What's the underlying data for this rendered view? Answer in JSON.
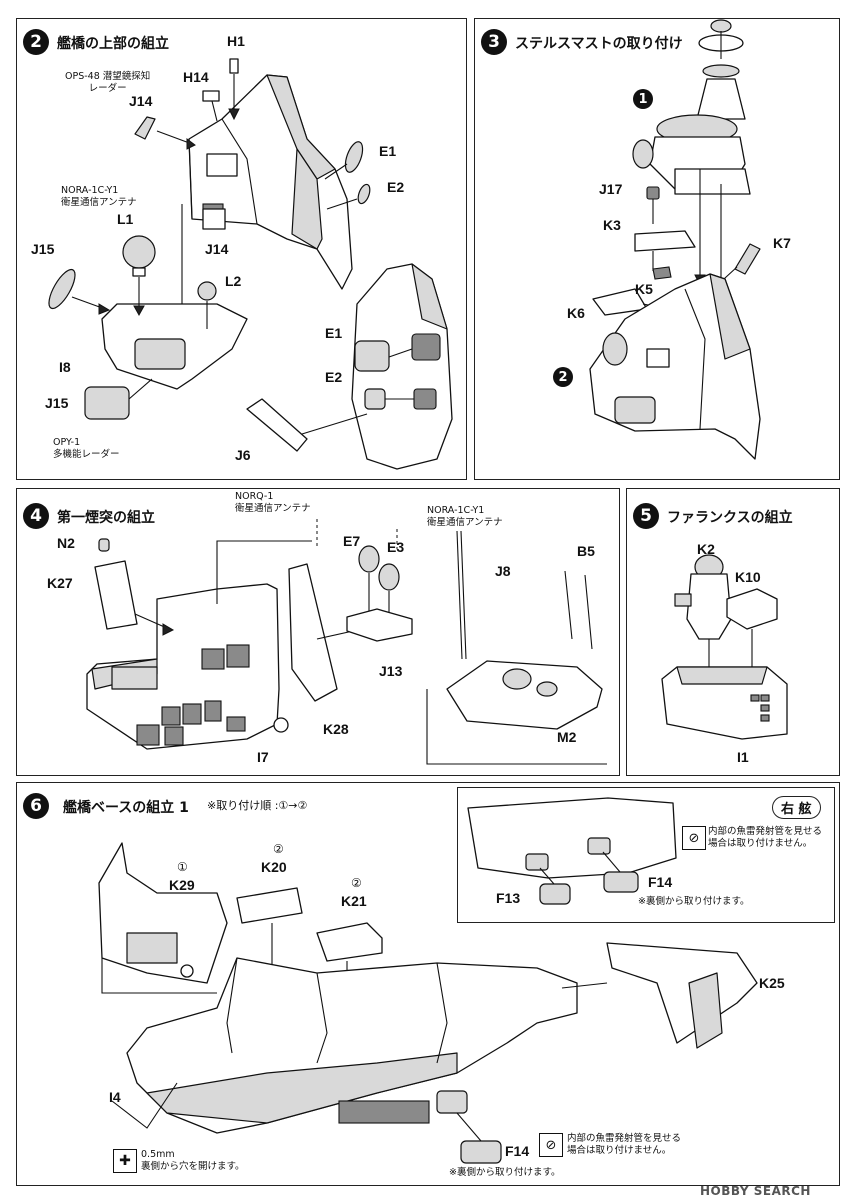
{
  "steps": {
    "s2": {
      "num": "2",
      "title": "艦橋の上部の組立",
      "notes": {
        "ops48_1": "OPS-48 潜望鏡探知",
        "ops48_2": "レーダー",
        "nora_1": "NORA-1C-Y1",
        "nora_2": "衛星通信アンテナ",
        "opy_1": "OPY-1",
        "opy_2": "多機能レーダー"
      },
      "parts": {
        "h1": "H1",
        "h14": "H14",
        "j14a": "J14",
        "j14b": "J14",
        "e1a": "E1",
        "e2a": "E2",
        "l1": "L1",
        "j15a": "J15",
        "l2": "L2",
        "i8": "I8",
        "j15b": "J15",
        "e1b": "E1",
        "e2b": "E2",
        "j6": "J6"
      }
    },
    "s3": {
      "num": "3",
      "title": "ステルスマストの取り付け",
      "sub1": "1",
      "sub2": "2",
      "parts": {
        "j17": "J17",
        "k3": "K3",
        "k7": "K7",
        "k5": "K5",
        "k6": "K6"
      }
    },
    "s4": {
      "num": "4",
      "title": "第一煙突の組立",
      "notes": {
        "norq_1": "NORQ-1",
        "norq_2": "衛星通信アンテナ",
        "nora_1": "NORA-1C-Y1",
        "nora_2": "衛星通信アンテナ"
      },
      "parts": {
        "n2": "N2",
        "k27": "K27",
        "e7": "E7",
        "e3": "E3",
        "j13": "J13",
        "k28": "K28",
        "i7": "I7",
        "j8": "J8",
        "b5": "B5",
        "m2": "M2"
      }
    },
    "s5": {
      "num": "5",
      "title": "ファランクスの組立",
      "parts": {
        "k2": "K2",
        "k10": "K10",
        "i1": "I1"
      }
    },
    "s6": {
      "num": "6",
      "title": "艦橋ベースの組立 1",
      "order": "※取り付け順 :①→②",
      "parts": {
        "k29_order": "①",
        "k29": "K29",
        "k20_order": "②",
        "k20": "K20",
        "k21_order": "②",
        "k21": "K21",
        "k25": "K25",
        "i4": "I4",
        "f14": "F14"
      },
      "inset": {
        "title": "右 舷",
        "f13": "F13",
        "f14": "F14",
        "note_1": "内部の魚雷発射管を見せる",
        "note_2": "場合は取り付けません。",
        "back_note": "※裏側から取り付けます。"
      },
      "bottom": {
        "drill_1": "0.5mm",
        "drill_2": "裏側から穴を開けます。",
        "note_1": "内部の魚雷発射管を見せる",
        "note_2": "場合は取り付けません。",
        "back_note": "※裏側から取り付けます。"
      }
    }
  },
  "watermark": "HOBBY SEARCH",
  "icons": {
    "step_badge": "filled-circle-number",
    "warning": "no-entry-icon",
    "drill": "drill-icon"
  }
}
